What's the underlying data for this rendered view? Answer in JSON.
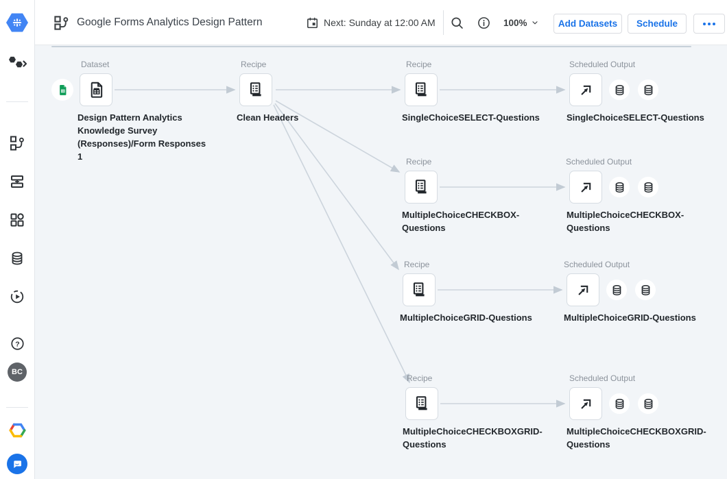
{
  "header": {
    "title": "Google Forms Analytics Design Pattern",
    "next_run": "Next: Sunday at 12:00 AM",
    "zoom_level": "100%",
    "buttons": {
      "add_datasets": "Add Datasets",
      "schedule": "Schedule"
    },
    "icons": {
      "flow": "flow-icon",
      "calendar": "calendar-icon",
      "search": "search-icon",
      "info": "info-icon",
      "zoom_caret": "chevron-down-icon",
      "more": "ellipsis-icon"
    }
  },
  "sidebar": {
    "avatar_initials": "BC",
    "icons": [
      "dataprep-logo",
      "flows-collection-icon",
      "flow-icon",
      "datasets-icon",
      "plans-icon",
      "connections-icon",
      "job-history-icon",
      "help-icon",
      "avatar",
      "google-cloud-icon",
      "support-chat-icon"
    ]
  },
  "colors": {
    "accent_blue": "#1a73e8",
    "sheets_green": "#0f9d58",
    "canvas_bg": "#f2f5f8",
    "edge_gray": "#ccd4dc",
    "avatar_gray": "#5f6368"
  },
  "canvas": {
    "nodes": [
      {
        "kind": "dataset",
        "type_label": "Dataset",
        "title": "Design Pattern Analytics Knowledge Survey (Responses)/Form Responses 1"
      },
      {
        "kind": "recipe",
        "type_label": "Recipe",
        "title": "Clean Headers"
      },
      {
        "kind": "recipe",
        "type_label": "Recipe",
        "title": "SingleChoiceSELECT-Questions"
      },
      {
        "kind": "scheduled_output",
        "type_label": "Scheduled Output",
        "title": "SingleChoiceSELECT-Questions"
      },
      {
        "kind": "recipe",
        "type_label": "Recipe",
        "title": "MultipleChoiceCHECKBOX-Questions"
      },
      {
        "kind": "scheduled_output",
        "type_label": "Scheduled Output",
        "title": "MultipleChoiceCHECKBOX-Questions"
      },
      {
        "kind": "recipe",
        "type_label": "Recipe",
        "title": "MultipleChoiceGRID-Questions"
      },
      {
        "kind": "scheduled_output",
        "type_label": "Scheduled Output",
        "title": "MultipleChoiceGRID-Questions"
      },
      {
        "kind": "recipe",
        "type_label": "Recipe",
        "title": "MultipleChoiceCHECKBOXGRID-Questions"
      },
      {
        "kind": "scheduled_output",
        "type_label": "Scheduled Output",
        "title": "MultipleChoiceCHECKBOXGRID-Questions"
      }
    ]
  }
}
